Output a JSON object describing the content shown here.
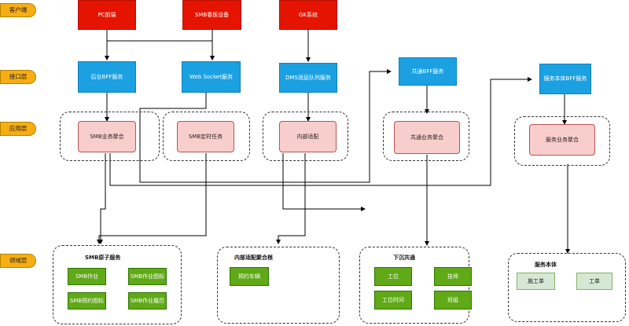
{
  "layers": {
    "client": "客户端",
    "interface": "接口层",
    "application": "应用层",
    "domain": "领域层"
  },
  "clients": {
    "pc": "PC前端",
    "smb_board": "SMB看板设备",
    "gk": "GK系统"
  },
  "bff": {
    "backend": "后台BFF服务",
    "websocket": "Web Socket服务",
    "dms": "DMS消息队列服务",
    "common": "共通BFF服务",
    "service_body": "服务本体BFF服务"
  },
  "app": {
    "smb_aggregate": "SMB业务聚合",
    "smb_timer": "SMB定时任务",
    "internal_adapter": "内部适配",
    "common_aggregate": "共通业务聚合",
    "service_aggregate": "服务业务聚合"
  },
  "domain": {
    "smb_atomic": {
      "title": "SMB原子服务",
      "items": [
        "SMB作业",
        "SMB作业图标",
        "SMB预约图标",
        "SMB作业履历"
      ]
    },
    "internal_root": {
      "title": "内部适配聚合根",
      "items": [
        "预约车辆"
      ]
    },
    "sink_common": {
      "title": "下沉共通",
      "items": [
        "工位",
        "技师",
        "工位时间",
        "班组"
      ]
    },
    "service_body": {
      "title": "服务本体",
      "items": [
        "施工单",
        "工单"
      ]
    }
  },
  "colors": {
    "layer": "#f7ad14",
    "client": "#e51400",
    "bff": "#1ba1e2",
    "aggregate": "#f8cecc",
    "atomic": "#60a917",
    "service_item": "#d5e8d4"
  }
}
